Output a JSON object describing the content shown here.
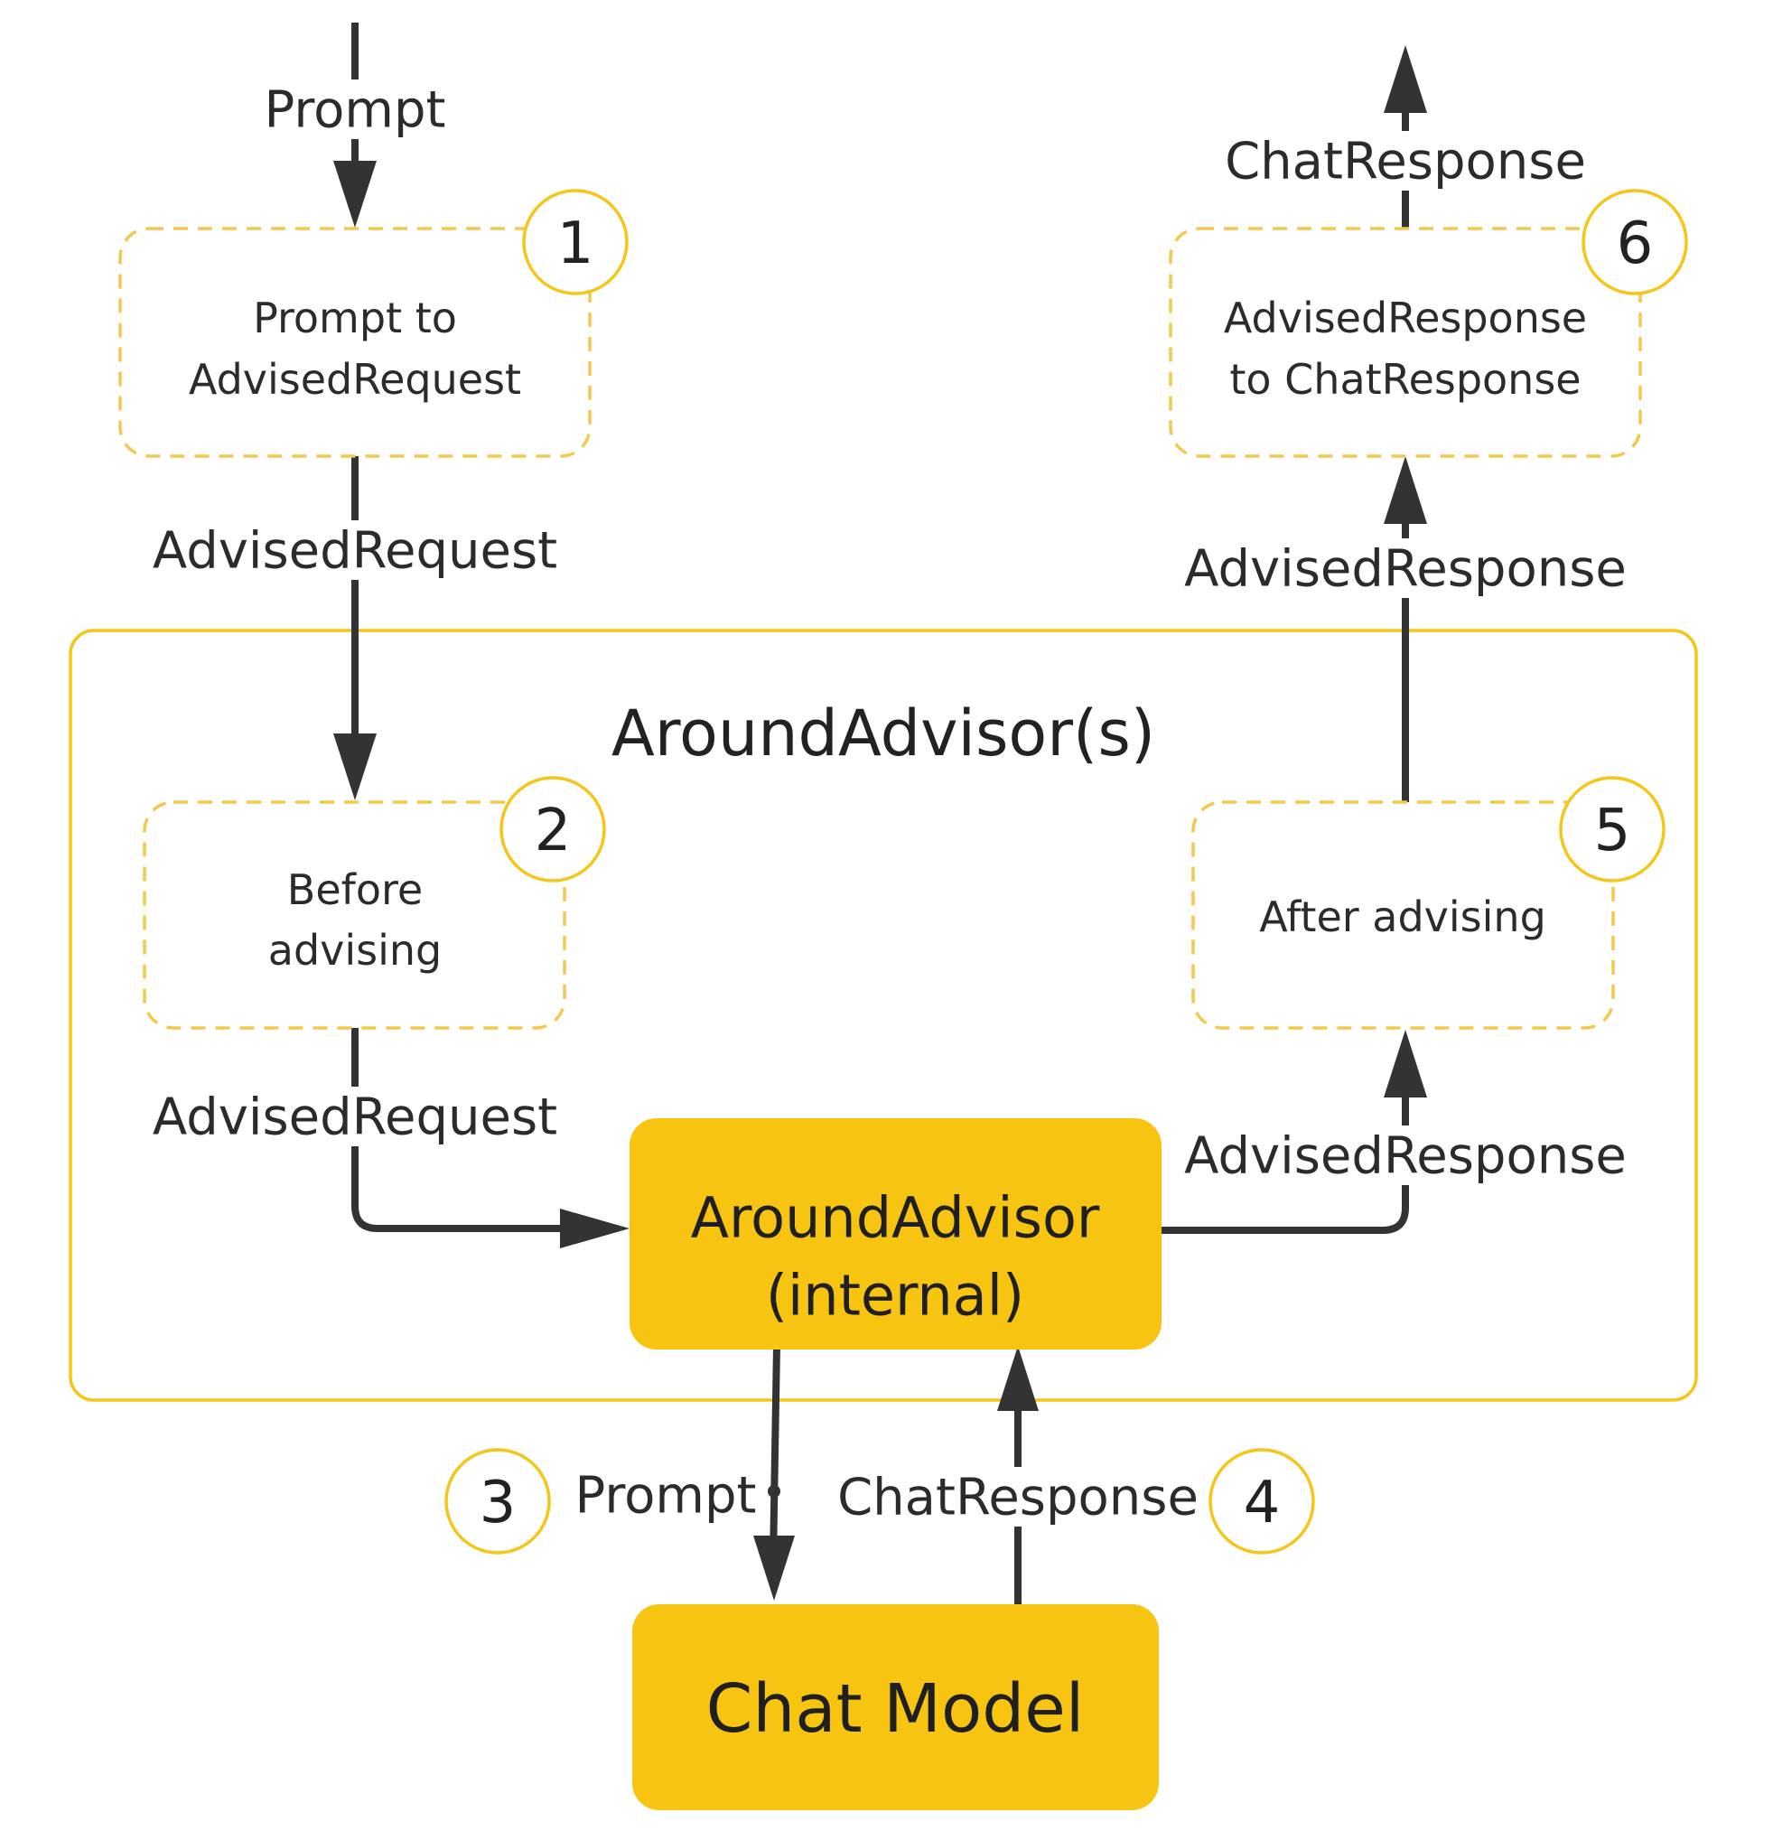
{
  "group": {
    "title": "AroundAdvisor(s)"
  },
  "nodes": {
    "step1": {
      "number": "1",
      "line1": "Prompt to",
      "line2": "AdvisedRequest"
    },
    "step2": {
      "number": "2",
      "line1": "Before",
      "line2": "advising"
    },
    "step3": {
      "number": "3"
    },
    "step4": {
      "number": "4"
    },
    "step5": {
      "number": "5",
      "line1": "After advising"
    },
    "step6": {
      "number": "6",
      "line1": "AdvisedResponse",
      "line2": "to ChatResponse"
    },
    "internal_advisor": {
      "line1": "AroundAdvisor",
      "line2": "(internal)"
    },
    "chat_model": {
      "label": "Chat Model"
    }
  },
  "edges": {
    "input_prompt": "Prompt",
    "advised_request_1": "AdvisedRequest",
    "advised_request_2": "AdvisedRequest",
    "prompt_to_model": "Prompt",
    "chat_response_from_model": "ChatResponse",
    "advised_response_1": "AdvisedResponse",
    "advised_response_2": "AdvisedResponse",
    "output_chat_response": "ChatResponse"
  },
  "colors": {
    "accent_yellow": "#f7c511",
    "outline_yellow": "#f5c518",
    "line": "#333333",
    "text": "#2b2b2b",
    "background": "#ffffff"
  }
}
